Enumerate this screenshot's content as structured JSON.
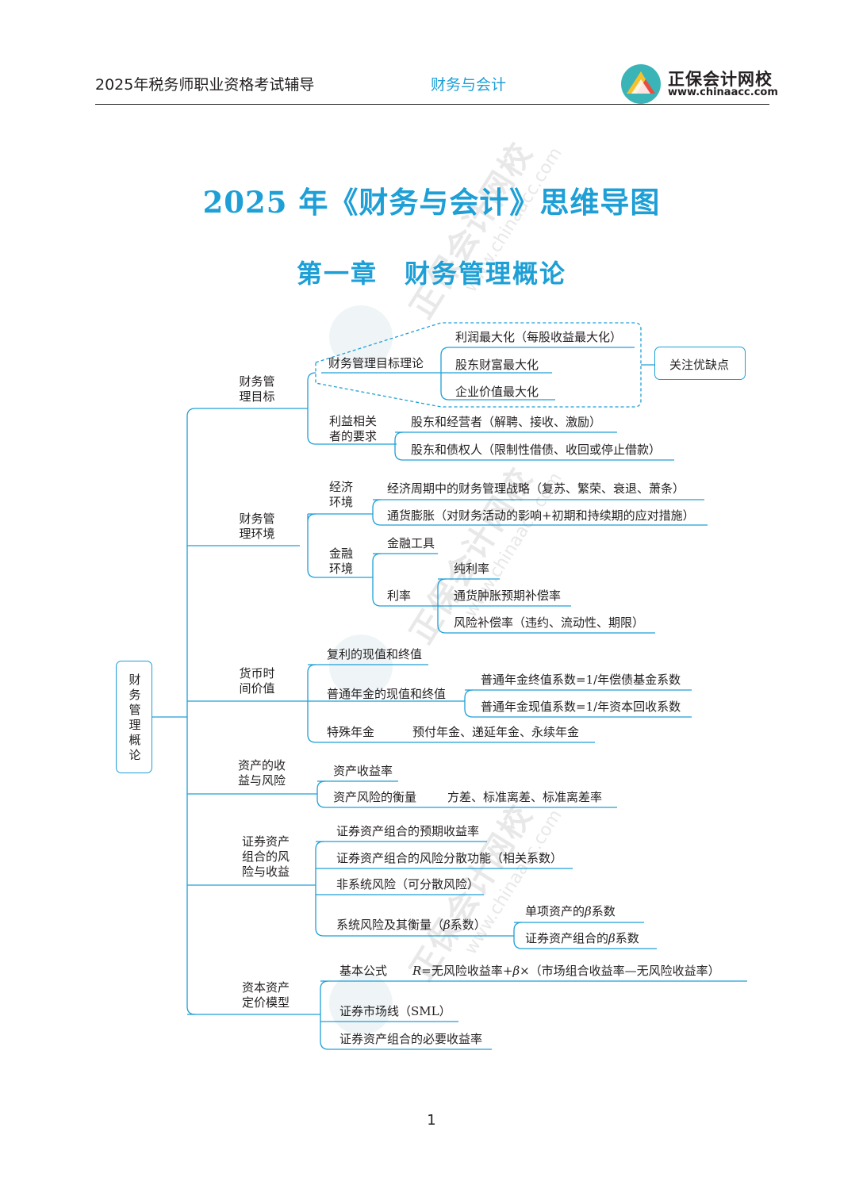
{
  "header": {
    "left": "2025年税务师职业资格考试辅导",
    "center": "财务与会计",
    "logo_name": "正保会计网校",
    "logo_url": "www.chinaacc.com"
  },
  "title": "2025 年《财务与会计》思维导图",
  "chapter": "第一章　财务管理概论",
  "watermark": {
    "text": "正保会计网校",
    "url": "www.chinaacc.com"
  },
  "page_number": "1",
  "mindmap": {
    "root": "财务管理概论",
    "b1": {
      "label_1": "财务管",
      "label_2": "理目标",
      "theory": "财务管理目标理论",
      "theory_items": [
        "利润最大化（每股收益最大化）",
        "股东财富最大化",
        "企业价值最大化"
      ],
      "note": "关注优缺点",
      "stake_1": "利益相关",
      "stake_2": "者的要求",
      "stake_items": [
        "股东和经营者（解聘、接收、激励）",
        "股东和债权人（限制性借债、收回或停止借款）"
      ]
    },
    "b2": {
      "label_1": "财务管",
      "label_2": "理环境",
      "econ_1": "经济",
      "econ_2": "环境",
      "econ_items": [
        "经济周期中的财务管理战略（复苏、繁荣、衰退、萧条）",
        "通货膨胀（对财务活动的影响+初期和持续期的应对措施）"
      ],
      "fin_1": "金融",
      "fin_2": "环境",
      "fin_tool": "金融工具",
      "rate": "利率",
      "rate_items": [
        "纯利率",
        "通货肿胀预期补偿率",
        "风险补偿率（违约、流动性、期限）"
      ]
    },
    "b3": {
      "label_1": "货币时",
      "label_2": "间价值",
      "compound": "复利的现值和终值",
      "annuity": "普通年金的现值和终值",
      "annuity_items": [
        "普通年金终值系数=1/年偿债基金系数",
        "普通年金现值系数=1/年资本回收系数"
      ],
      "special": "特殊年金",
      "special_detail": "预付年金、递延年金、永续年金"
    },
    "b4": {
      "label_1": "资产的收",
      "label_2": "益与风险",
      "return": "资产收益率",
      "risk": "资产风险的衡量",
      "risk_detail": "方差、标准离差、标准离差率"
    },
    "b5": {
      "label_1": "证券资产",
      "label_2": "组合的风",
      "label_3": "险与收益",
      "items": [
        "证券资产组合的预期收益率",
        "证券资产组合的风险分散功能（相关系数）",
        "非系统风险（可分散风险）"
      ],
      "systematic_a": "系统风险及其衡量（",
      "systematic_beta": "β",
      "systematic_b": "系数）",
      "beta_1a": "单项资产的",
      "beta_1b": "β",
      "beta_1c": "系数",
      "beta_2a": "证券资产组合的",
      "beta_2b": "β",
      "beta_2c": "系数"
    },
    "b6": {
      "label_1": "资本资产",
      "label_2": "定价模型",
      "basic": "基本公式",
      "formula_r": "R",
      "formula_a": "=无风险收益率+",
      "formula_beta": "β",
      "formula_b": "×（市场组合收益率—无风险收益率）",
      "sml": "证券市场线（SML）",
      "required": "证券资产组合的必要收益率"
    }
  },
  "colors": {
    "accent": "#1e9fd6",
    "text": "#231f20"
  }
}
